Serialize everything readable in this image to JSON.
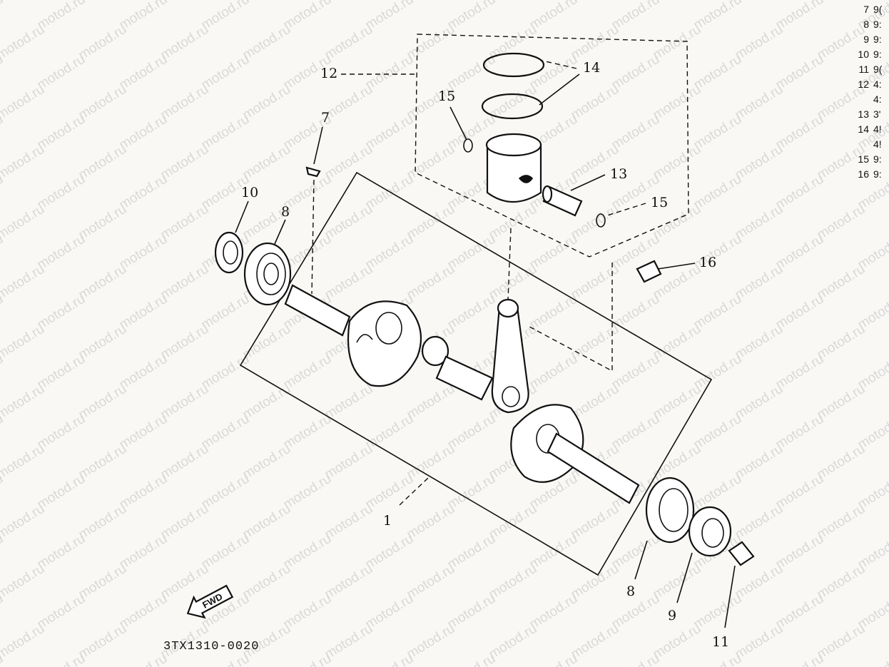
{
  "watermark": "motod.ru",
  "drawing_code": "3TX1310-0020",
  "fwd_label": "FWD",
  "callouts": {
    "c1": "1",
    "c7": "7",
    "c8a": "8",
    "c8b": "8",
    "c9": "9",
    "c10": "10",
    "c11": "11",
    "c12": "12",
    "c13": "13",
    "c14": "14",
    "c15a": "15",
    "c15b": "15",
    "c16": "16"
  },
  "parts_list": [
    {
      "num": "7",
      "code": "9("
    },
    {
      "num": "8",
      "code": "9:"
    },
    {
      "num": "9",
      "code": "9:"
    },
    {
      "num": "10",
      "code": "9:"
    },
    {
      "num": "11",
      "code": "9("
    },
    {
      "num": "12",
      "code": "4:"
    },
    {
      "num": "",
      "code": "4:"
    },
    {
      "num": "13",
      "code": "3'"
    },
    {
      "num": "14",
      "code": "4!"
    },
    {
      "num": "",
      "code": "4!"
    },
    {
      "num": "15",
      "code": "9:"
    },
    {
      "num": "16",
      "code": "9:"
    }
  ]
}
